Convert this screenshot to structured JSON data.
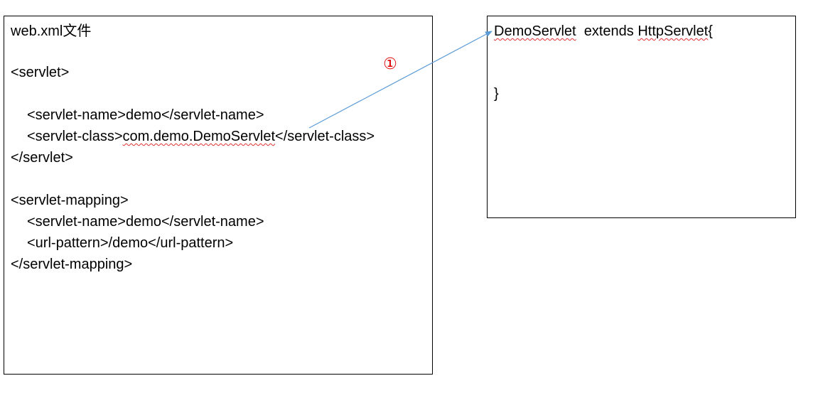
{
  "colors": {
    "border": "#000000",
    "text": "#000000",
    "arrow": "#5b9bd5",
    "marker": "#e00000",
    "spellcheck": "#e03030"
  },
  "left_panel": {
    "title": "web.xml文件",
    "servlet_open": "<servlet>",
    "servlet_name_open": "<servlet-name>",
    "servlet_name_value": "demo",
    "servlet_name_close": "</servlet-name>",
    "servlet_class_open": "<servlet-class>",
    "servlet_class_value": "com.demo.DemoServlet",
    "servlet_class_close": "</servlet-class>",
    "servlet_close": "</servlet>",
    "mapping_open": "<servlet-mapping>",
    "mapping_name_open": "<servlet-name>",
    "mapping_name_value": "demo",
    "mapping_name_close": "</servlet-name>",
    "url_pattern_open": "<url-pattern>",
    "url_pattern_value": "/demo",
    "url_pattern_close": "</url-pattern>",
    "mapping_close": "</servlet-mapping>"
  },
  "right_panel": {
    "class_name": "DemoServlet",
    "extends_keyword": "  extends ",
    "parent_class": "HttpServlet",
    "open_brace": "{",
    "close_brace": "}"
  },
  "connector": {
    "marker": "①"
  }
}
